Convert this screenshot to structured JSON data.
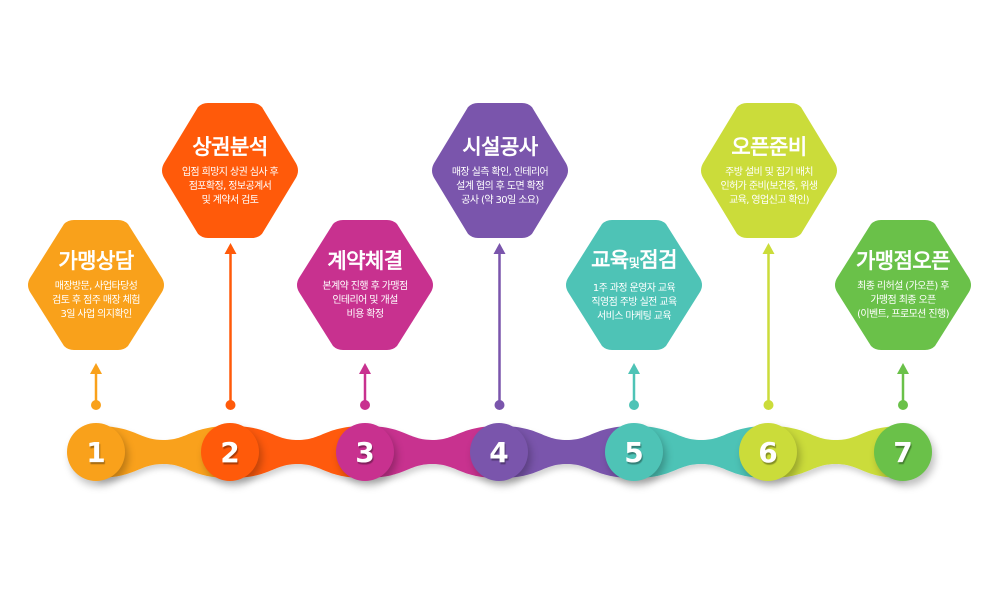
{
  "diagram": {
    "type": "process-timeline",
    "steps": [
      {
        "number": "1",
        "title": "가맹상담",
        "description": "매장방문, 사업타당성\n검토 후 점주 매장 체험\n3일 사업 의지확인",
        "color": "#F9A11B",
        "position": "bottom"
      },
      {
        "number": "2",
        "title": "상권분석",
        "description": "입점 희망지 상권 심사 후\n점포확정, 정보공계서\n및 계약서 검토",
        "color": "#FF5A0A",
        "position": "top"
      },
      {
        "number": "3",
        "title": "계약체결",
        "description": "본계약 진행 후 가맹점\n인테리어 및 개설\n비용 확정",
        "color": "#C8318F",
        "position": "bottom"
      },
      {
        "number": "4",
        "title": "시설공사",
        "description": "매장 실측 확인, 인테리어\n설계 협의 후 도면 확정\n공사 (약 30일 소요)",
        "color": "#7A55AC",
        "position": "top"
      },
      {
        "number": "5",
        "title_main_1": "교육",
        "title_small": "및",
        "title_main_2": "점검",
        "title": "교육및점검",
        "description": "1주 과정 운영자 교육\n직영점 주방 실전 교육\n서비스 마케팅 교육",
        "color": "#4EC3B6",
        "position": "bottom"
      },
      {
        "number": "6",
        "title": "오픈준비",
        "description": "주방 설비 및 집기 배치\n인허가 준비(보건증, 위생\n교육, 영업신고 확인)",
        "color": "#CBDC3A",
        "position": "top"
      },
      {
        "number": "7",
        "title": "가맹점오픈",
        "description": "최종 리허설 (가오픈) 후\n가맹점 최종 오픈\n(이벤트, 프로모션 진행)",
        "color": "#6AC149",
        "position": "bottom"
      }
    ]
  }
}
